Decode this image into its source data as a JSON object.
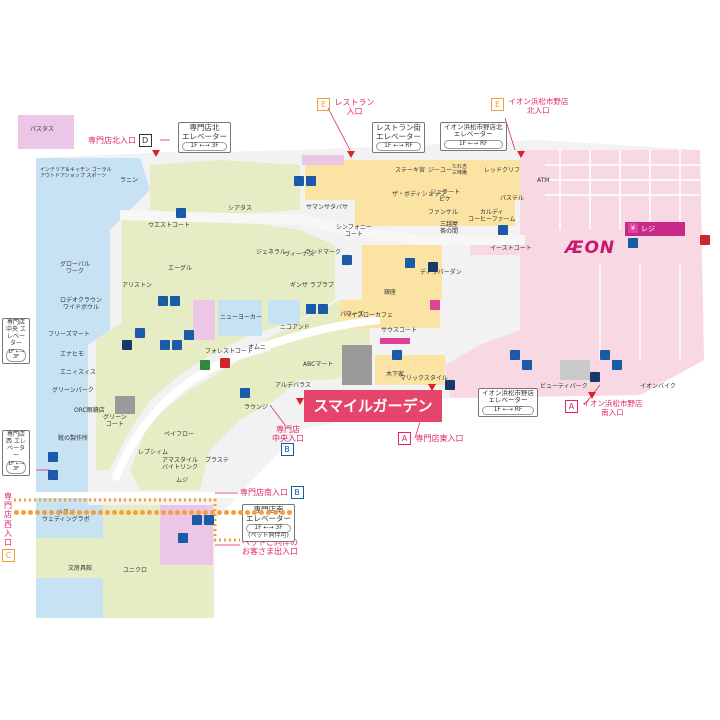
{
  "map": {
    "colors": {
      "grey_area": "#e9e9e9",
      "corridor": "#f2f2f2",
      "blue_block": "#c7e2f2",
      "green_block": "#e6edc4",
      "yellow_block": "#fbe3a4",
      "pink_block": "#f8d8e2",
      "magenta_block": "#ebc6e6",
      "dark_block": "#9a9a9a",
      "accent_pink": "#e2256b",
      "accent_orange": "#f0a030",
      "icon_blue": "#1a5aa8"
    },
    "parking_label": "パスタス",
    "banner": {
      "text": "スマイルガーデン"
    },
    "aeon_logo": "ÆON",
    "aeon_register": "レジ",
    "entrances": {
      "senmon_kita": {
        "badge": "D",
        "label": "専門店北入口"
      },
      "senmon_chuo": {
        "label": "専門店\n中央入口",
        "badge": "B"
      },
      "senmon_higashi": {
        "badge": "A",
        "label": "専門店東入口"
      },
      "senmon_minami": {
        "label": "専門店南入口",
        "badge": "B"
      },
      "senmon_nishi": {
        "label": "専門店西入口",
        "badge": "C"
      },
      "restaurant": {
        "badge": "E",
        "label": "レストラン\n入口"
      },
      "aeon_kita": {
        "badge": "E",
        "label": "イオン浜松市野店\n北入口"
      },
      "aeon_minami": {
        "badge": "A",
        "label": "イオン浜松市野店\n南入口"
      },
      "pet": {
        "label": "ペットご同伴の\nお客さま出入口"
      }
    },
    "elevators": {
      "senmon_kita_ev": {
        "label": "専門店北\nエレベーター",
        "floors": "1F ←→ 3F"
      },
      "restaurant_ev": {
        "label": "レストラン街\nエレベーター",
        "floors": "1F ←→ RF"
      },
      "aeon_kita_ev": {
        "label": "イオン浜松市野店北\nエレベーター",
        "floors": "1F ←→ RF"
      },
      "aeon_minami_ev": {
        "label": "イオン浜松市野店\nエレベーター",
        "floors": "1F ←→ RF"
      },
      "senmon_minami_ev": {
        "label": "専門店南\nエレベーター",
        "floors": "1F ←→ 3F",
        "note": "(ペット同伴可)"
      },
      "senmon_chuo_ev": {
        "label": "専門店中央\nエレベーター",
        "floors": "1F ←→ 3F"
      },
      "senmon_nishi_ev": {
        "label": "専門店西\nエレベーター",
        "floors": "1F ←→ 3F"
      }
    },
    "courts": {
      "west": "ウエストコート",
      "symphony": "シンフォニー\nコート",
      "east": "イーストコート",
      "south": "サウスコート",
      "forest": "フォレストコート",
      "green": "グリーン\nコート"
    },
    "shops": [
      "インテリア＆キッチン ゴーラル\nアウトドアショップ スポーツ",
      "ラニン",
      "グローバル\nワーク",
      "ロデオクラウン\nワイドボウル",
      "フリーズマート",
      "エナヒモ",
      "エニィスィス",
      "グリーンパーク",
      "ORC眼鏡店",
      "靴の製作所",
      "ハコメ\nウェディングラボ",
      "文房具館",
      "ユニクロ",
      "ペイフロー",
      "レプシィム",
      "アマスタイル\nバイトリンク",
      "ムジ",
      "プラステ",
      "アルデバラス",
      "ニコアンド",
      "オムニ",
      "パワーズ",
      "ラウンジ",
      "ニューヨーカー",
      "ザ・ボディショップ",
      "ステーキ宮",
      "たれ吉\n三味庵",
      "ジーユー",
      "ファンケル",
      "パステル",
      "レッドクリフ",
      "エーグル",
      "ギンザ ラブラブ",
      "ジェネラル",
      "ヴィーナス",
      "ランドマーク",
      "サマンサタバサ",
      "ディッパーダン",
      "シアタス",
      "ジェラート\nピケ",
      "ペイフローカフェ",
      "アリストン",
      "ABCマート",
      "カルディ\nコーヒーファーム",
      "三越屋\n茶の間",
      "木下家",
      "銀座",
      "マリックスタイル"
    ],
    "aeon_labels": [
      "イオンバイク",
      "ビューティパーク",
      "ATM"
    ]
  }
}
